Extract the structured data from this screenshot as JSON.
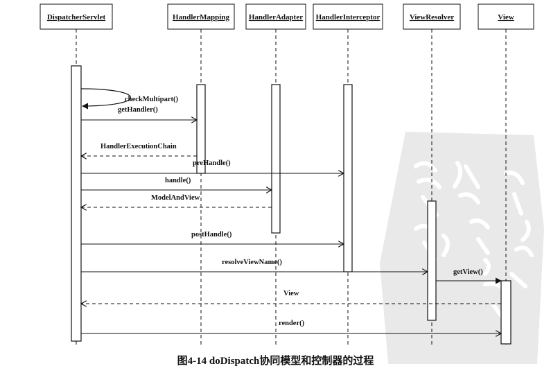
{
  "participants": [
    {
      "id": "dispatcher",
      "label": "DispatcherServlet"
    },
    {
      "id": "mapping",
      "label": "HandlerMapping"
    },
    {
      "id": "adapter",
      "label": "HandlerAdapter"
    },
    {
      "id": "interceptor",
      "label": "HandlerInterceptor"
    },
    {
      "id": "resolver",
      "label": "ViewResolver"
    },
    {
      "id": "view",
      "label": "View"
    }
  ],
  "messages": [
    {
      "id": "checkMultipart",
      "label": "checkMultipart()",
      "from": "dispatcher",
      "to": "dispatcher",
      "kind": "self"
    },
    {
      "id": "getHandler",
      "label": "getHandler()",
      "from": "dispatcher",
      "to": "mapping",
      "kind": "call"
    },
    {
      "id": "handlerExecutionChain",
      "label": "HandlerExecutionChain",
      "from": "mapping",
      "to": "dispatcher",
      "kind": "return"
    },
    {
      "id": "preHandle",
      "label": "preHandle()",
      "from": "dispatcher",
      "to": "interceptor",
      "kind": "call"
    },
    {
      "id": "handle",
      "label": "handle()",
      "from": "dispatcher",
      "to": "adapter",
      "kind": "call"
    },
    {
      "id": "modelAndView",
      "label": "ModelAndView",
      "from": "adapter",
      "to": "dispatcher",
      "kind": "return"
    },
    {
      "id": "postHandle",
      "label": "postHandle()",
      "from": "dispatcher",
      "to": "interceptor",
      "kind": "call"
    },
    {
      "id": "resolveViewName",
      "label": "resolveViewName()",
      "from": "dispatcher",
      "to": "resolver",
      "kind": "call"
    },
    {
      "id": "getView",
      "label": "getView()",
      "from": "resolver",
      "to": "view",
      "kind": "call"
    },
    {
      "id": "viewReturn",
      "label": "View",
      "from": "view",
      "to": "dispatcher",
      "kind": "return"
    },
    {
      "id": "render",
      "label": "render()",
      "from": "dispatcher",
      "to": "view",
      "kind": "call"
    }
  ],
  "caption": "图4-14   doDispatch协同模型和控制器的过程",
  "colors": {
    "ink": "#111111",
    "background": "#ffffff",
    "watermark": "#e9e9e9"
  }
}
